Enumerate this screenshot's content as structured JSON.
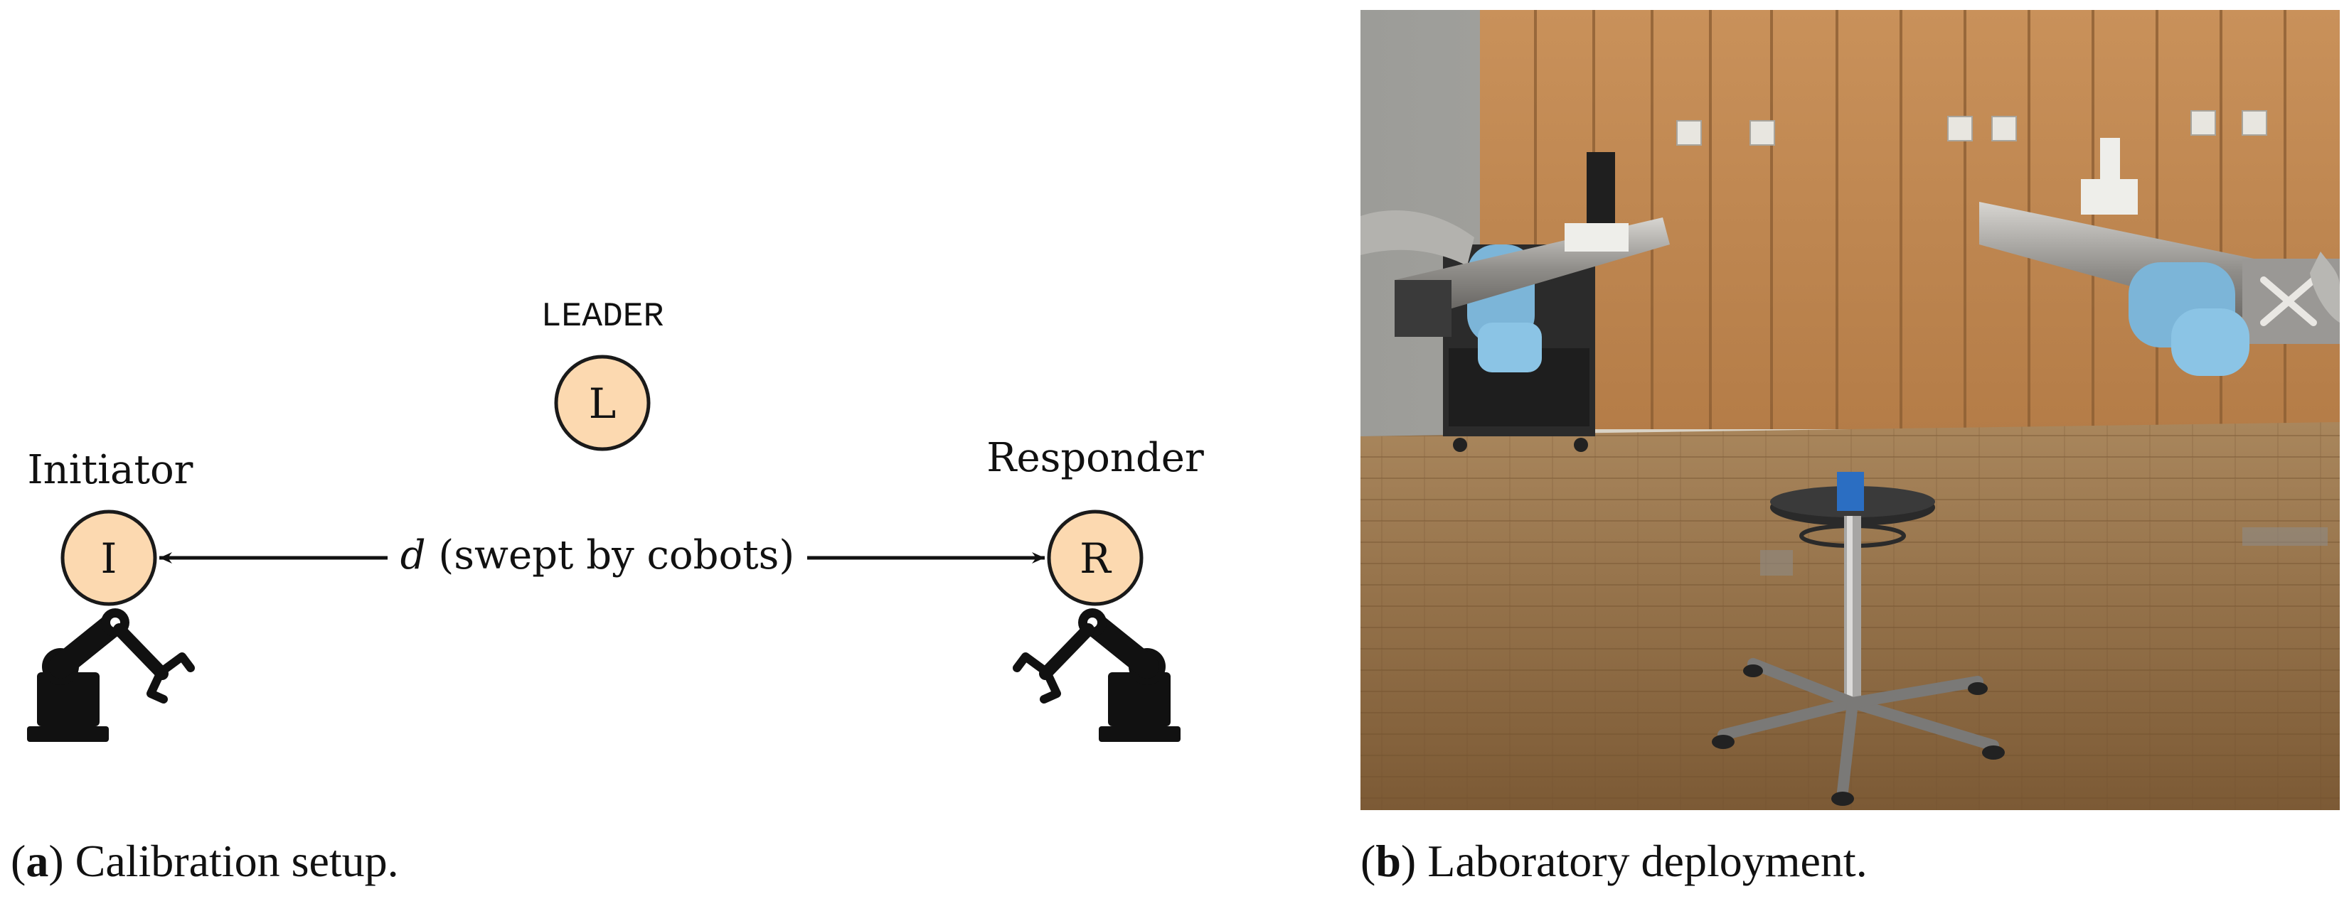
{
  "panel_a": {
    "nodes": {
      "leader": {
        "letter": "L",
        "label": "LEADER"
      },
      "initiator": {
        "letter": "I",
        "label": "Initiator"
      },
      "responder": {
        "letter": "R",
        "label": "Responder"
      }
    },
    "distance": {
      "symbol": "d",
      "text": "(swept by cobots)"
    },
    "caption": {
      "tag": "a",
      "text": "Calibration setup."
    }
  },
  "panel_b": {
    "caption": {
      "tag": "b",
      "text": "Laboratory deployment."
    }
  },
  "colors": {
    "node_fill": "#fcd9b0",
    "node_stroke": "#1a1a1a",
    "robot": "#111111"
  }
}
